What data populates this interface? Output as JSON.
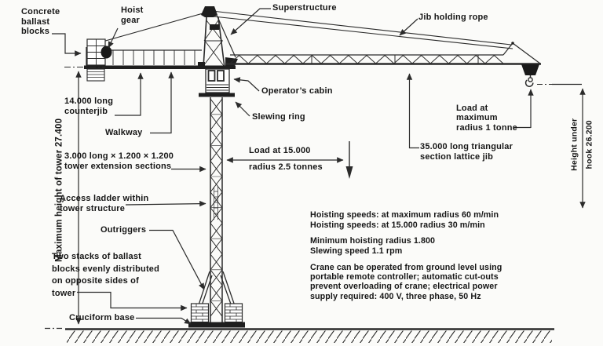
{
  "page": {
    "background": "#fbfbf9",
    "ink": "#2b2b2b",
    "title": "Tower crane diagram"
  },
  "labels": {
    "concrete_ballast": {
      "lines": [
        "Concrete",
        "ballast",
        "blocks"
      ]
    },
    "hoist_gear": {
      "lines": [
        "Hoist",
        "gear"
      ]
    },
    "superstructure": {
      "text": "Superstructure"
    },
    "jib_holding_rope": {
      "text": "Jib holding rope"
    },
    "counterjib": {
      "lines": [
        "14.000 long",
        "counterjib"
      ]
    },
    "walkway": {
      "text": "Walkway"
    },
    "tower_extension": {
      "lines": [
        "3.000 long × 1.200 × 1.200",
        "tower extension sections"
      ]
    },
    "load_15000": {
      "line1": "Load at 15.000",
      "line2": "radius 2.5 tonnes"
    },
    "access_ladder": {
      "lines": [
        "Access ladder within",
        "tower structure"
      ]
    },
    "outriggers": {
      "text": "Outriggers"
    },
    "ballast_stacks": {
      "lines": [
        "Two stacks of ballast",
        "blocks evenly distributed",
        "on opposite sides of",
        "tower"
      ]
    },
    "cruciform_base": {
      "text": "Cruciform base"
    },
    "load_max": {
      "lines": [
        "Load at",
        "maximum",
        "radius 1 tonne"
      ]
    },
    "lattice_jib": {
      "lines": [
        "35.000 long triangular",
        "section lattice jib"
      ]
    },
    "slewing_ring": {
      "text": "Slewing ring"
    },
    "operators_cabin": {
      "text": "Operator’s cabin"
    },
    "max_height": {
      "text": "Maximum height of tower 27.400"
    },
    "height_under_hook": {
      "line1": "Height under",
      "line2": "hook 26.200"
    }
  },
  "specs": {
    "hoisting": [
      "Hoisting speeds: at maximum radius 60 m/min",
      "Hoisting speeds: at 15.000 radius 30 m/min"
    ],
    "rates": [
      "Minimum hoisting radius 1.800",
      "Slewing speed 1.1 rpm"
    ],
    "operation": [
      "Crane can be operated from ground level using",
      "portable remote controller; automatic cut-outs",
      "prevent overloading of crane; electrical power",
      "supply required: 400 V, three phase, 50 Hz"
    ]
  }
}
